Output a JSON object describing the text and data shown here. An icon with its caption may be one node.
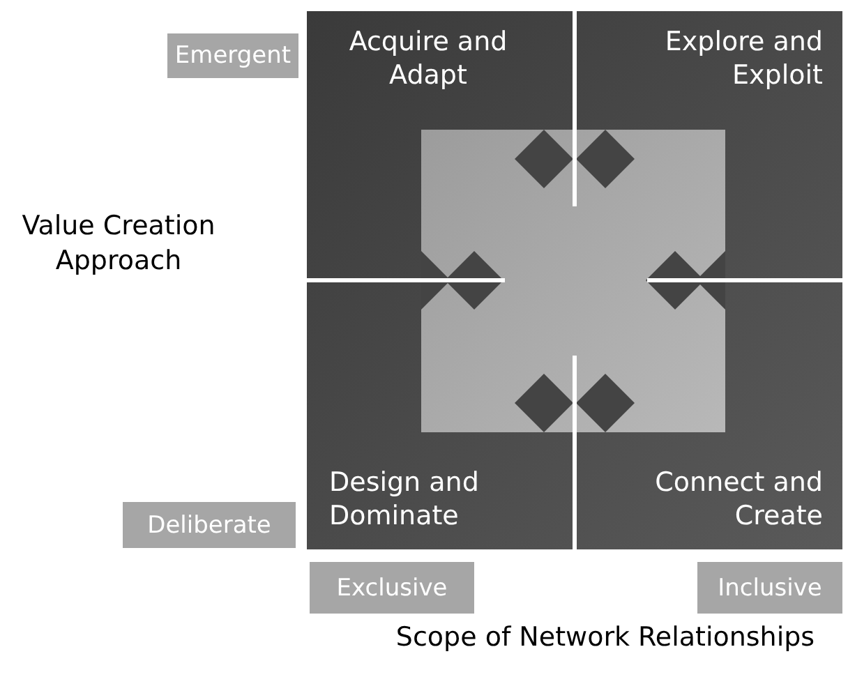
{
  "diagram": {
    "nodes": [
      {
        "text": [
          "Emergent"
        ]
      },
      {
        "text": [
          "Acquire and Adapt"
        ]
      },
      {
        "text": [
          "Explore and Exploit"
        ]
      },
      {
        "text": [
          "Design and Dominate"
        ]
      },
      {
        "text": [
          "Connect and Create"
        ]
      },
      {
        "text": [
          "Deliberate"
        ]
      },
      {
        "text": [
          "Exclusive"
        ]
      },
      {
        "text": [
          "Inclusive"
        ]
      }
    ],
    "edges": [],
    "labels": [
      "Value Creation Approach",
      "Scope of Network Relationships"
    ]
  }
}
